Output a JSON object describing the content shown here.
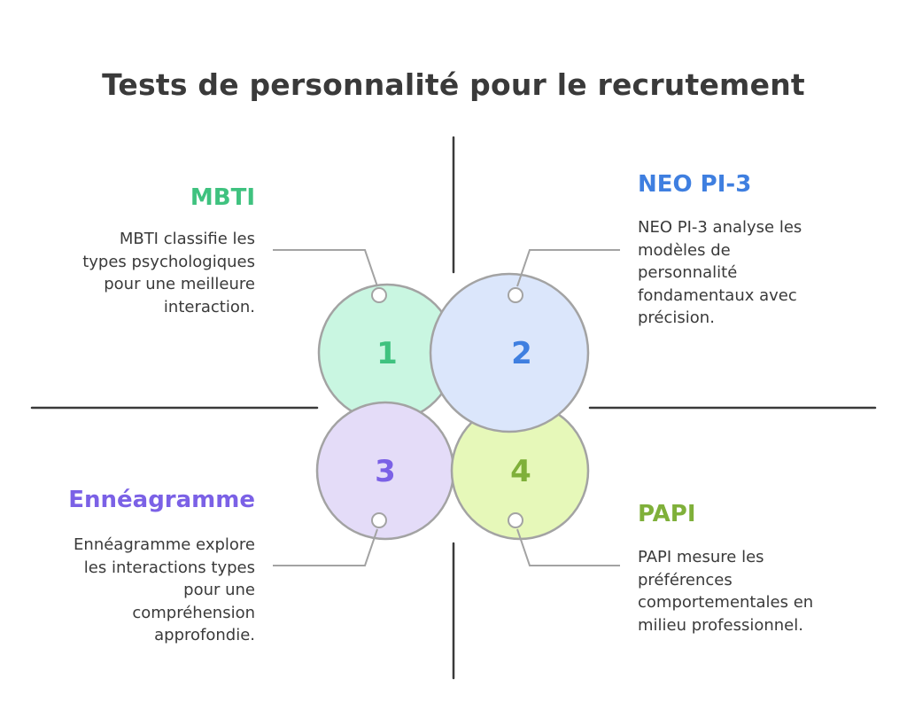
{
  "title": "Tests de personnalité pour le recrutement",
  "colors": {
    "mbti": "#3fc27f",
    "neo": "#3f7fe0",
    "ennea": "#7b61e6",
    "papi": "#7fb03a",
    "mbti_fill": "#c9f6e1",
    "neo_fill": "#dbe6fb",
    "ennea_fill": "#e4dcf8",
    "papi_fill": "#e6f8b9",
    "stroke": "#a3a3a3",
    "axis": "#3a3a3a"
  },
  "quadrants": [
    {
      "number": "1",
      "heading": "MBTI",
      "lines": [
        "MBTI classifie les",
        "types psychologiques",
        "pour une meilleure",
        "interaction."
      ]
    },
    {
      "number": "2",
      "heading": "NEO PI-3",
      "lines": [
        "NEO PI-3 analyse les",
        "modèles de",
        "personnalité",
        "fondamentaux avec",
        "précision."
      ]
    },
    {
      "number": "3",
      "heading": "Ennéagramme",
      "lines": [
        "Ennéagramme explore",
        "les interactions types",
        "pour une",
        "compréhension",
        "approfondie."
      ]
    },
    {
      "number": "4",
      "heading": "PAPI",
      "lines": [
        "PAPI mesure les",
        "préférences",
        "comportementales en",
        "milieu professionnel."
      ]
    }
  ]
}
